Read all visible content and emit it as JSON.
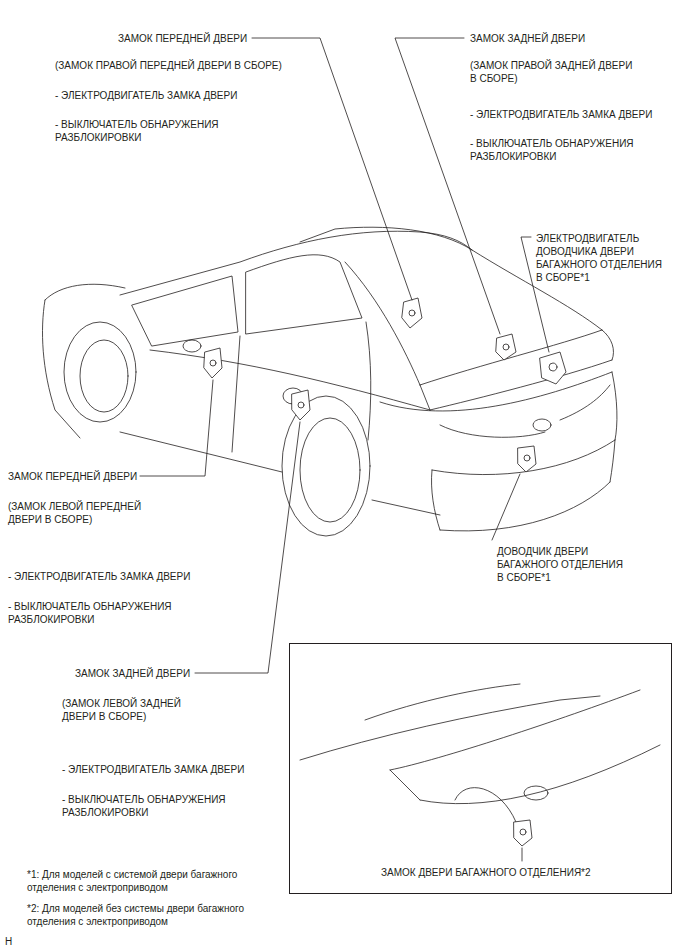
{
  "diagram": {
    "nodes": [
      {
        "text": [
          "ЗАМОК ДВЕРИ БАГАЖНОГО ОТДЕЛЕНИЯ*2"
        ]
      }
    ],
    "labels": [
      "ЗАМОК ПЕРЕДНЕЙ ДВЕРИ",
      "(ЗАМОК ПРАВОЙ ПЕРЕДНЕЙ ДВЕРИ В СБОРЕ)",
      "- ЭЛЕКТРОДВИГАТЕЛЬ ЗАМКА ДВЕРИ",
      "- ВЫКЛЮЧАТЕЛЬ ОБНАРУЖЕНИЯ РАЗБЛОКИРОВКИ",
      "ЗАМОК ЗАДНЕЙ ДВЕРИ",
      "(ЗАМОК ПРАВОЙ ЗАДНЕЙ ДВЕРИ В СБОРЕ)",
      "- ЭЛЕКТРОДВИГАТЕЛЬ ЗАМКА ДВЕРИ",
      "- ВЫКЛЮЧАТЕЛЬ ОБНАРУЖЕНИЯ РАЗБЛОКИРОВКИ",
      "ЭЛЕКТРОДВИГАТЕЛЬ ДОВОДЧИКА ДВЕРИ БАГАЖНОГО ОТДЕЛЕНИЯ В СБОРЕ*1",
      "ЗАМОК ПЕРЕДНЕЙ ДВЕРИ",
      "(ЗАМОК ЛЕВОЙ ПЕРЕДНЕЙ ДВЕРИ В СБОРЕ)",
      "- ЭЛЕКТРОДВИГАТЕЛЬ ЗАМКА ДВЕРИ",
      "- ВЫКЛЮЧАТЕЛЬ ОБНАРУЖЕНИЯ РАЗБЛОКИРОВКИ",
      "ДОВОДЧИК ДВЕРИ БАГАЖНОГО ОТДЕЛЕНИЯ В СБОРЕ*1",
      "ЗАМОК ЗАДНЕЙ ДВЕРИ",
      "(ЗАМОК ЛЕВОЙ ЗАДНЕЙ ДВЕРИ В СБОРЕ)",
      "- ЭЛЕКТРОДВИГАТЕЛЬ ЗАМКА ДВЕРИ",
      "- ВЫКЛЮЧАТЕЛЬ ОБНАРУЖЕНИЯ РАЗБЛОКИРОВКИ",
      "*1: Для моделей с системой двери багажного отделения с электроприводом",
      "*2: Для моделей без системы двери багажного отделения с электроприводом",
      "H"
    ]
  }
}
